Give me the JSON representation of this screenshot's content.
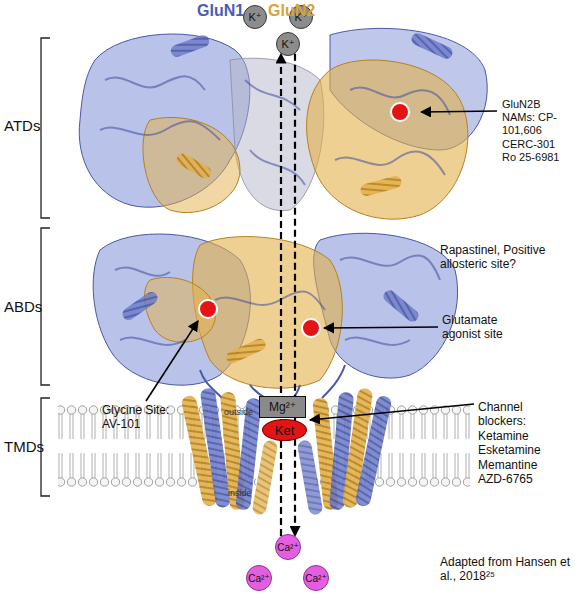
{
  "diagram": {
    "nodes": [
      {
        "text": [
          "K⁺"
        ]
      },
      {
        "text": [
          "K⁺"
        ]
      },
      {
        "text": [
          "K⁺"
        ]
      },
      {
        "text": [
          "Mg²⁺"
        ]
      },
      {
        "text": [
          "Ket"
        ]
      },
      {
        "text": [
          "Ca²⁺"
        ]
      },
      {
        "text": [
          "Ca²⁺"
        ]
      },
      {
        "text": [
          "Ca²⁺"
        ]
      }
    ],
    "edges": [
      {
        "from": 5,
        "to": 2,
        "arrow": "to"
      },
      {
        "from": 2,
        "to": 5,
        "arrow": "to"
      }
    ],
    "labels": [
      "GluN1",
      "GluN2",
      "ATDs",
      "ABDs",
      "TMDs",
      "GluN2B NAMs: CP-101,606 CERC-301 Ro 25-6981",
      "Rapastinel, Positive allosteric site?",
      "Glutamate agonist site",
      "Glycine Site: AV-101",
      "Channel blockers: Ketamine Esketamine Memantine AZD-6765",
      "outside",
      "inside",
      "Adapted from Hansen et al., 2018²⁵"
    ]
  }
}
